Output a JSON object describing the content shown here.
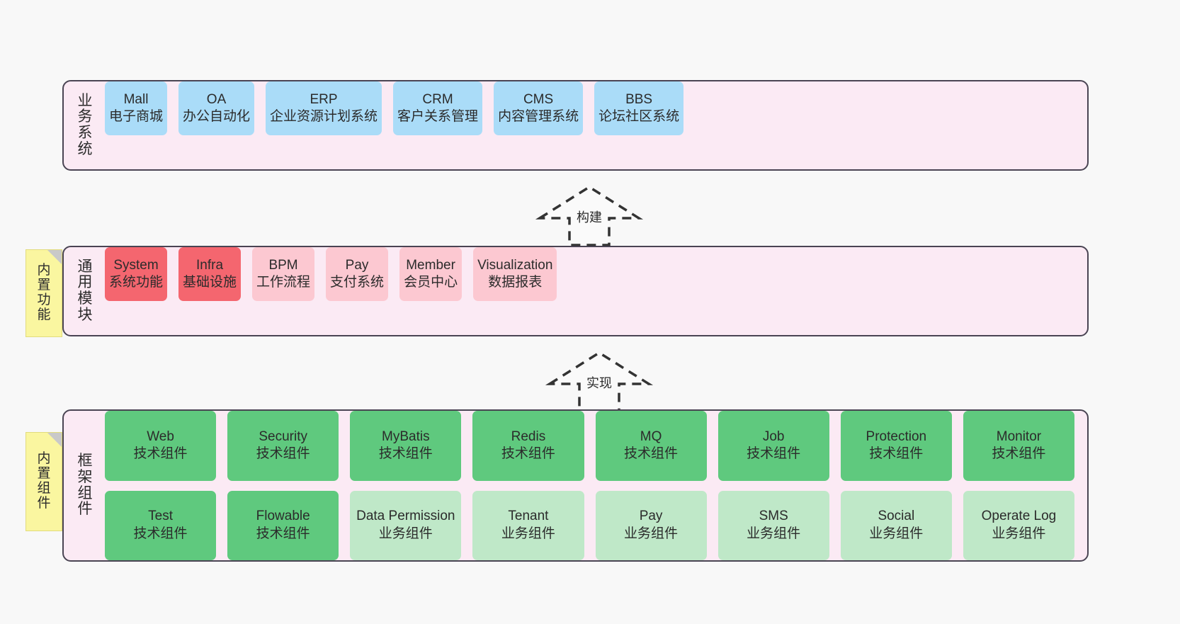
{
  "layers": {
    "business": {
      "title": "业务系统",
      "cards": [
        {
          "name": "Mall",
          "desc": "电子商城",
          "color": "#aadcf8",
          "width": 190
        },
        {
          "name": "OA",
          "desc": "办公自动化",
          "color": "#aadcf8",
          "width": 190
        },
        {
          "name": "ERP",
          "desc": "企业资源计划系统",
          "color": "#aadcf8",
          "width": 190
        },
        {
          "name": "CRM",
          "desc": "客户关系管理",
          "color": "#aadcf8",
          "width": 190
        },
        {
          "name": "CMS",
          "desc": "内容管理系统",
          "color": "#aadcf8",
          "width": 190
        },
        {
          "name": "BBS",
          "desc": "论坛社区系统",
          "color": "#aadcf8",
          "width": 190
        }
      ]
    },
    "common": {
      "title": "通用模块",
      "cards": [
        {
          "name": "System",
          "desc": "系统功能",
          "color": "#f4666f"
        },
        {
          "name": "Infra",
          "desc": "基础设施",
          "color": "#f4666f"
        },
        {
          "name": "BPM",
          "desc": "工作流程",
          "color": "#fcc8d1"
        },
        {
          "name": "Pay",
          "desc": "支付系统",
          "color": "#fcc8d1"
        },
        {
          "name": "Member",
          "desc": "会员中心",
          "color": "#fcc8d1"
        },
        {
          "name": "Visualization",
          "desc": "数据报表",
          "color": "#fcc8d1"
        }
      ]
    },
    "framework": {
      "title": "框架组件",
      "row1": [
        {
          "name": "Web",
          "desc": "技术组件",
          "color": "#5fc97e"
        },
        {
          "name": "Security",
          "desc": "技术组件",
          "color": "#5fc97e"
        },
        {
          "name": "MyBatis",
          "desc": "技术组件",
          "color": "#5fc97e"
        },
        {
          "name": "Redis",
          "desc": "技术组件",
          "color": "#5fc97e"
        },
        {
          "name": "MQ",
          "desc": "技术组件",
          "color": "#5fc97e"
        },
        {
          "name": "Job",
          "desc": "技术组件",
          "color": "#5fc97e"
        },
        {
          "name": "Protection",
          "desc": "技术组件",
          "color": "#5fc97e"
        },
        {
          "name": "Monitor",
          "desc": "技术组件",
          "color": "#5fc97e"
        }
      ],
      "row2": [
        {
          "name": "Test",
          "desc": "技术组件",
          "color": "#5fc97e"
        },
        {
          "name": "Flowable",
          "desc": "技术组件",
          "color": "#5fc97e"
        },
        {
          "name": "Data Permission",
          "desc": "业务组件",
          "color": "#bfe8c8"
        },
        {
          "name": "Tenant",
          "desc": "业务组件",
          "color": "#bfe8c8"
        },
        {
          "name": "Pay",
          "desc": "业务组件",
          "color": "#bfe8c8"
        },
        {
          "name": "SMS",
          "desc": "业务组件",
          "color": "#bfe8c8"
        },
        {
          "name": "Social",
          "desc": "业务组件",
          "color": "#bfe8c8"
        },
        {
          "name": "Operate Log",
          "desc": "业务组件",
          "color": "#bfe8c8"
        }
      ]
    }
  },
  "notes": {
    "builtin_function": "内置功能",
    "builtin_component": "内置组件"
  },
  "arrows": {
    "build": "构建",
    "implement": "实现"
  },
  "colors": {
    "panel_bg": "#fbeaf4",
    "panel_border": "#4a4453",
    "page_bg": "#f8f8f8",
    "blue": "#aadcf8",
    "red": "#f4666f",
    "pink": "#fcc8d1",
    "green": "#5fc97e",
    "green_light": "#bfe8c8",
    "note_yellow": "#faf6a0",
    "note_fold": "#c9c9c9",
    "arrow_stroke": "#333333"
  }
}
